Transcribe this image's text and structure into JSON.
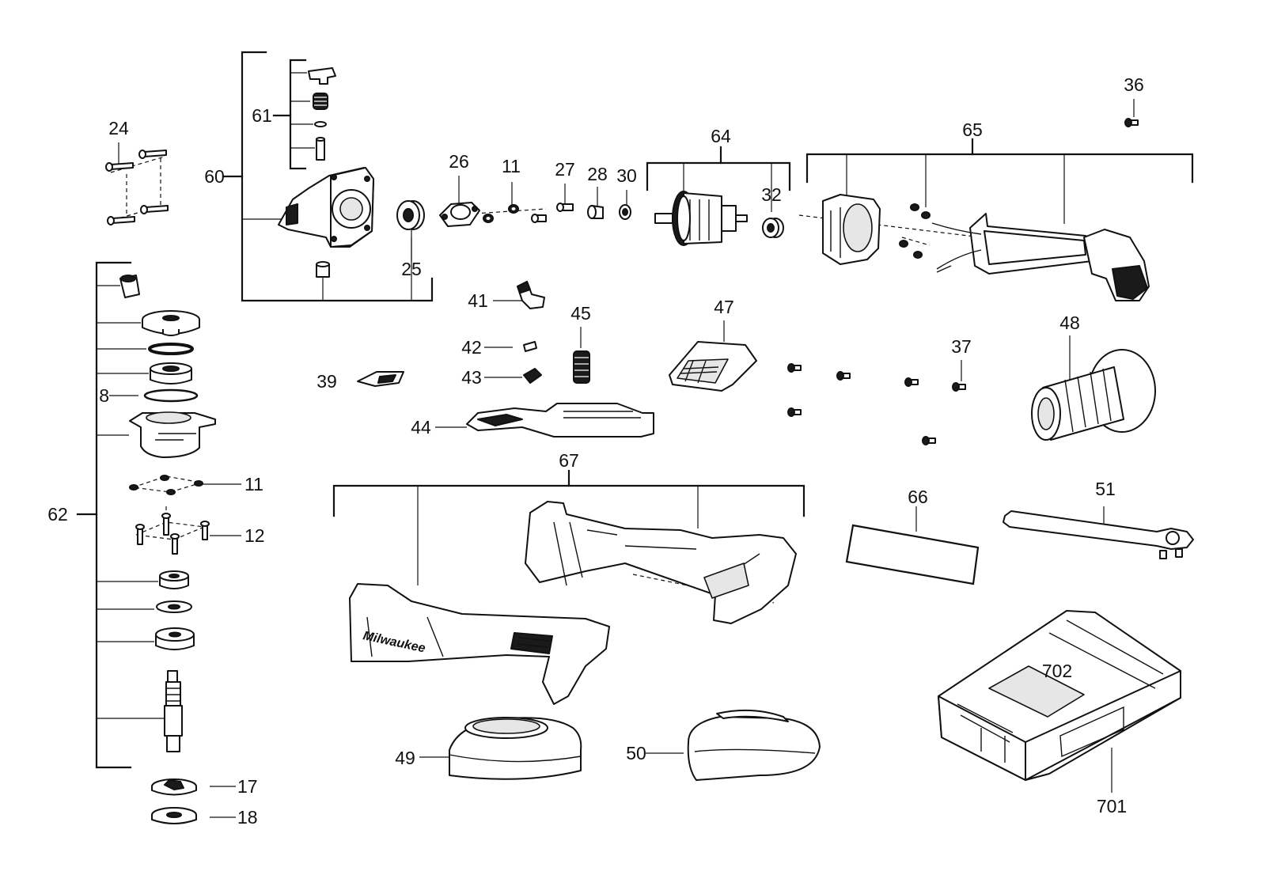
{
  "callouts": {
    "c8": "8",
    "c11a": "11",
    "c11b": "11",
    "c12": "12",
    "c17": "17",
    "c18": "18",
    "c24": "24",
    "c25": "25",
    "c26": "26",
    "c27": "27",
    "c28": "28",
    "c30": "30",
    "c32": "32",
    "c36": "36",
    "c37": "37",
    "c39": "39",
    "c41": "41",
    "c42": "42",
    "c43": "43",
    "c44": "44",
    "c45": "45",
    "c47": "47",
    "c48": "48",
    "c49": "49",
    "c50": "50",
    "c51": "51",
    "c60": "60",
    "c61": "61",
    "c62": "62",
    "c64": "64",
    "c65": "65",
    "c66": "66",
    "c67": "67",
    "c701": "701",
    "c702": "702"
  },
  "brand_mark": "Milwaukee"
}
